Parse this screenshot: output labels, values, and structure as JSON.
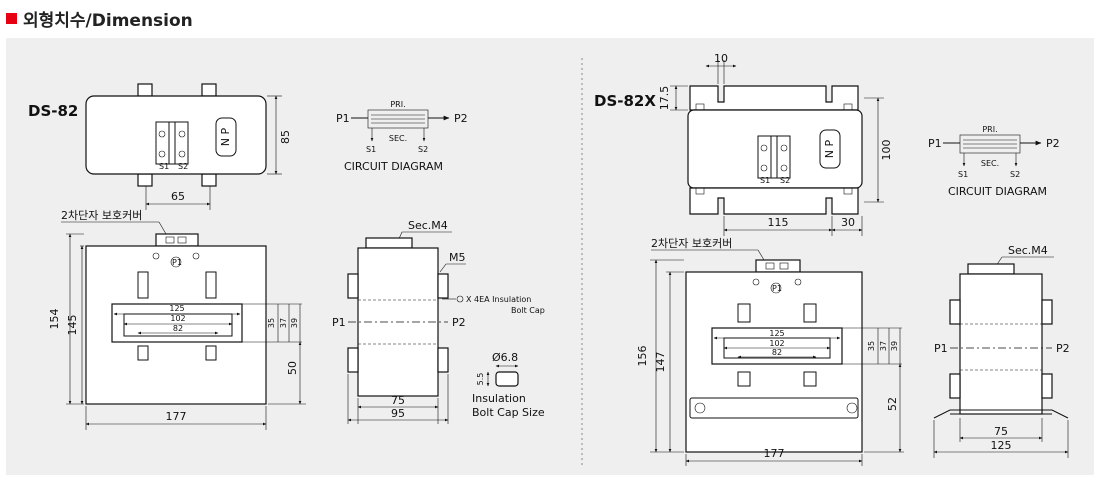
{
  "header": {
    "title": "외형치수/Dimension",
    "marker_color": "#e60012"
  },
  "left": {
    "model": "DS-82",
    "top_view": {
      "np": "N P",
      "s1": "S1",
      "s2": "S2",
      "dim_width": "65",
      "dim_height": "85"
    },
    "circuit": {
      "p1": "P1",
      "p2": "P2",
      "pri": "PRI.",
      "sec": "SEC.",
      "s1": "S1",
      "s2": "S2",
      "caption": "CIRCUIT DIAGRAM"
    },
    "front": {
      "cover_label": "2차단자 보호커버",
      "p1_mark": "P1",
      "dim_154": "154",
      "dim_145": "145",
      "dim_125": "125",
      "dim_102": "102",
      "dim_82": "82",
      "dim_35": "35",
      "dim_37": "37",
      "dim_39": "39",
      "dim_50": "50",
      "dim_177": "177"
    },
    "side": {
      "sec_label": "Sec.M4",
      "m5_label": "M5",
      "cap_note_1": "X 4EA Insulation",
      "cap_note_2": "Bolt Cap",
      "p1": "P1",
      "p2": "P2",
      "dim_75": "75",
      "dim_95": "95"
    },
    "cap": {
      "dia": "Ø6.8",
      "height": "5.5",
      "caption_1": "Insulation",
      "caption_2": "Bolt Cap Size"
    }
  },
  "right": {
    "model": "DS-82X",
    "top_view": {
      "np": "N P",
      "s1": "S1",
      "s2": "S2",
      "dim_10": "10",
      "dim_17_5": "17.5",
      "dim_100": "100",
      "dim_115": "115",
      "dim_30": "30"
    },
    "circuit": {
      "p1": "P1",
      "p2": "P2",
      "pri": "PRI.",
      "sec": "SEC.",
      "s1": "S1",
      "s2": "S2",
      "caption": "CIRCUIT DIAGRAM"
    },
    "front": {
      "cover_label": "2차단자 보호커버",
      "p1_mark": "P1",
      "dim_156": "156",
      "dim_147": "147",
      "dim_125": "125",
      "dim_102": "102",
      "dim_82": "82",
      "dim_35": "35",
      "dim_37": "37",
      "dim_39": "39",
      "dim_52": "52",
      "dim_177": "177"
    },
    "side": {
      "sec_label": "Sec.M4",
      "p1": "P1",
      "p2": "P2",
      "dim_75": "75",
      "dim_125": "125"
    }
  }
}
